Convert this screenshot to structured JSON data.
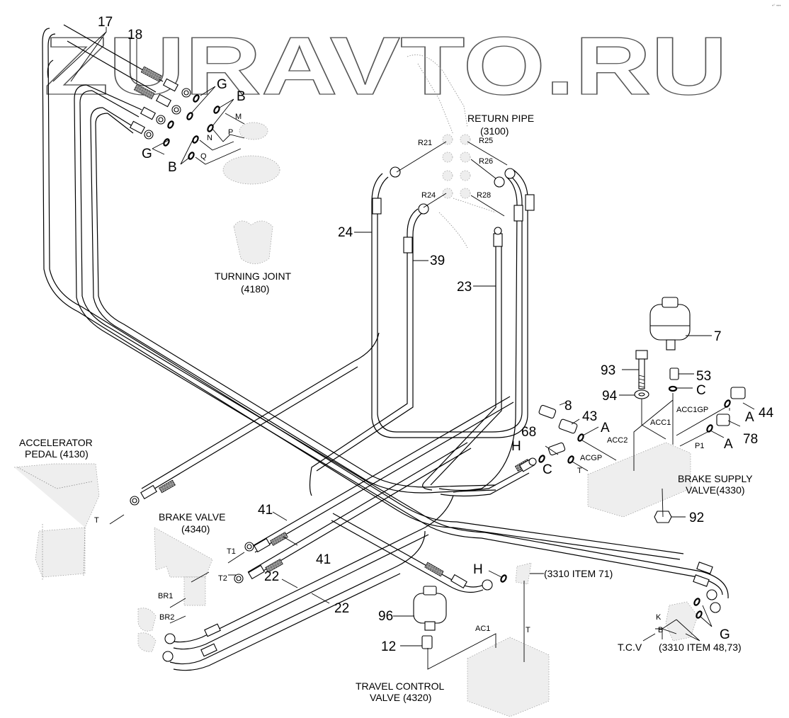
{
  "watermark": "ZURAVTO.RU",
  "corner_mark": "•° •••",
  "components": {
    "return_pipe": {
      "name": "RETURN PIPE",
      "code": "(3100)"
    },
    "turning_joint": {
      "name": "TURNING JOINT",
      "code": "(4180)"
    },
    "accelerator_pedal": {
      "name": "ACCELERATOR",
      "name2": "PEDAL (4130)"
    },
    "brake_valve": {
      "name": "BRAKE VALVE",
      "code": "(4340)"
    },
    "brake_supply_valve": {
      "name": "BRAKE SUPPLY",
      "name2": "VALVE(4330)"
    },
    "travel_control_valve": {
      "name": "TRAVEL CONTROL",
      "name2": "VALVE (4320)"
    },
    "tcv": {
      "name": "T.C.V",
      "ref": "(3310 ITEM 48,73)"
    },
    "item71_ref": "(3310 ITEM 71)"
  },
  "part_numbers": {
    "p17": "17",
    "p18": "18",
    "p24": "24",
    "p39": "39",
    "p23": "23",
    "p7": "7",
    "p93": "93",
    "p53": "53",
    "p94": "94",
    "p8": "8",
    "p43": "43",
    "p44": "44",
    "p78": "78",
    "p68": "68",
    "p92": "92",
    "p41a": "41",
    "p41b": "41",
    "p22a": "22",
    "p22b": "22",
    "p96": "96",
    "p12": "12"
  },
  "seal_labels": {
    "g1": "G",
    "g2": "G",
    "g3": "G",
    "b1": "B",
    "b2": "B",
    "a1": "A",
    "a2": "A",
    "a3": "A",
    "c1": "C",
    "c2": "C",
    "h1": "H",
    "h2": "H"
  },
  "port_labels": {
    "m": "M",
    "n": "N",
    "p": "P",
    "q": "Q",
    "r21": "R21",
    "r25": "R25",
    "r26": "R26",
    "r24": "R24",
    "r28": "R28",
    "acc1gp": "ACC1GP",
    "acc1": "ACC1",
    "acc2": "ACC2",
    "acgp": "ACGP",
    "t_bsv": "T",
    "p1": "P1",
    "t_pedal": "T",
    "t1": "T1",
    "t2": "T2",
    "br1": "BR1",
    "br2": "BR2",
    "ac1": "AC1",
    "t_tcv": "T",
    "k": "K",
    "b_tcv": "B"
  }
}
